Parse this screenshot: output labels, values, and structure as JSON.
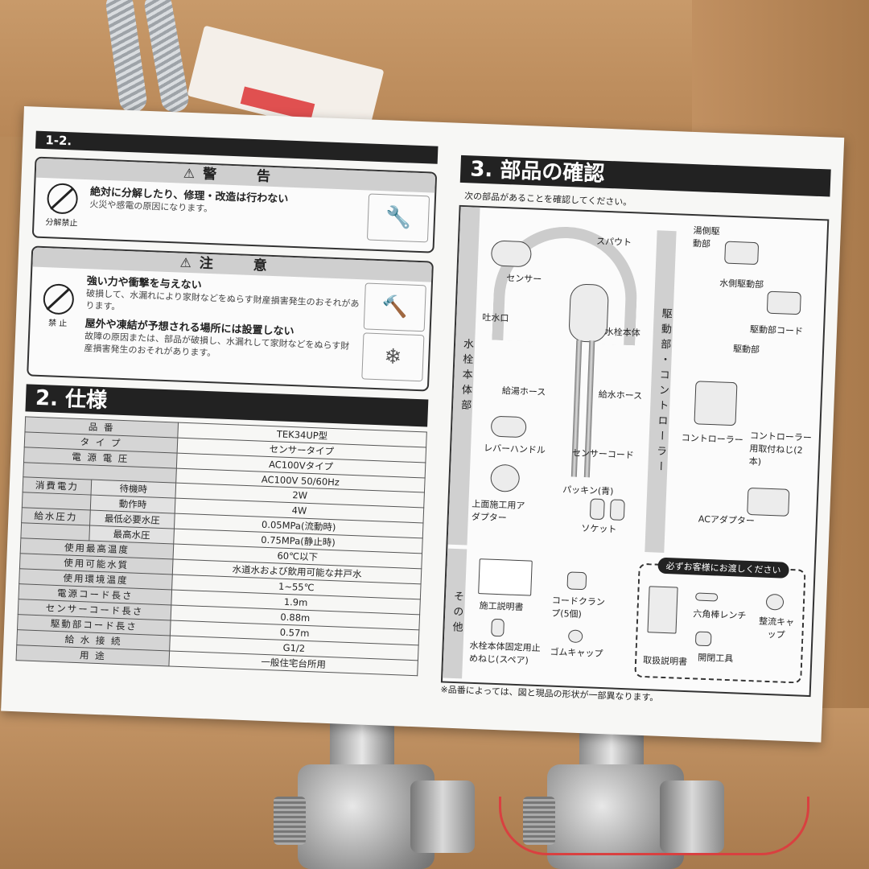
{
  "header": {
    "page_tab": "1-2."
  },
  "warning": {
    "title": "警 告",
    "icon_label": "分解禁止",
    "item_title": "絶対に分解したり、修理・改造は行わない",
    "item_body": "火災や感電の原因になります。"
  },
  "caution": {
    "title": "注 意",
    "icon_label": "禁 止",
    "item1_title": "強い力や衝撃を与えない",
    "item1_body": "破損して、水漏れにより家財などをぬらす財産損害発生のおそれがあります。",
    "item2_title": "屋外や凍結が予想される場所には設置しない",
    "item2_body": "故障の原因または、部品が破損し、水漏れして家財などをぬらす財産損害発生のおそれがあります。"
  },
  "specs": {
    "title": "2. 仕様",
    "rows": [
      {
        "label": "品 番",
        "sub": "",
        "value": "TEK34UP型"
      },
      {
        "label": "タ イ プ",
        "sub": "",
        "value": "センサータイプ"
      },
      {
        "label": "電 源 電 圧",
        "sub": "",
        "value": "AC100Vタイプ"
      },
      {
        "label": "",
        "sub": "",
        "value": "AC100V 50/60Hz"
      },
      {
        "label": "消費電力",
        "sub": "待機時",
        "value": "2W"
      },
      {
        "label": "",
        "sub": "動作時",
        "value": "4W"
      },
      {
        "label": "給水圧力",
        "sub": "最低必要水圧",
        "value": "0.05MPa(流動時)"
      },
      {
        "label": "",
        "sub": "最高水圧",
        "value": "0.75MPa(静止時)"
      },
      {
        "label": "使用最高温度",
        "sub": "",
        "value": "60℃以下"
      },
      {
        "label": "使用可能水質",
        "sub": "",
        "value": "水道水および飲用可能な井戸水"
      },
      {
        "label": "使用環境温度",
        "sub": "",
        "value": "1~55℃"
      },
      {
        "label": "電源コード長さ",
        "sub": "",
        "value": "1.9m"
      },
      {
        "label": "センサーコード長さ",
        "sub": "",
        "value": "0.88m"
      },
      {
        "label": "駆動部コード長さ",
        "sub": "",
        "value": "0.57m"
      },
      {
        "label": "給 水 接 続",
        "sub": "",
        "value": "G1/2"
      },
      {
        "label": "用 途",
        "sub": "",
        "value": "一般住宅台所用"
      }
    ]
  },
  "parts": {
    "title": "3. 部品の確認",
    "intro": "次の部品があることを確認してください。",
    "section_faucet": "水栓本体部",
    "section_drive": "駆動部・コントローラー",
    "section_other": "その他",
    "faucet_labels": {
      "spout": "スパウト",
      "sensor": "センサー",
      "outlet": "吐水口",
      "body": "水栓本体",
      "hot_hose": "給湯ホース",
      "cold_hose": "給水ホース",
      "lever": "レバーハンドル",
      "sensor_cord": "センサーコード",
      "adapter": "上面施工用アダプター",
      "packing": "パッキン(青)",
      "socket": "ソケット"
    },
    "drive_labels": {
      "hot_drive": "湯側駆動部",
      "cold_drive": "水側駆動部",
      "drive_cord": "駆動部コード",
      "drive": "駆動部",
      "controller": "コントローラー",
      "controller_screw": "コントローラー用取付ねじ(2本)",
      "ac_adapter": "ACアダプター"
    },
    "other_labels": {
      "manual": "施工説明書",
      "cord_clamp": "コードクランプ(5個)",
      "fix_screw": "水栓本体固定用止めねじ(スペア)",
      "rubber_cap": "ゴムキャップ"
    },
    "customer_box": {
      "title": "必ずお客様にお渡しください",
      "user_manual": "取扱説明書",
      "hex_wrench": "六角棒レンチ",
      "open_tool": "開閉工具",
      "aerator_cap": "整流キャップ"
    },
    "footnote": "※品番によっては、図と現品の形状が一部異なります。"
  },
  "colors": {
    "ink": "#222222",
    "panel": "#d0d0d0",
    "paper": "#f7f7f5"
  }
}
